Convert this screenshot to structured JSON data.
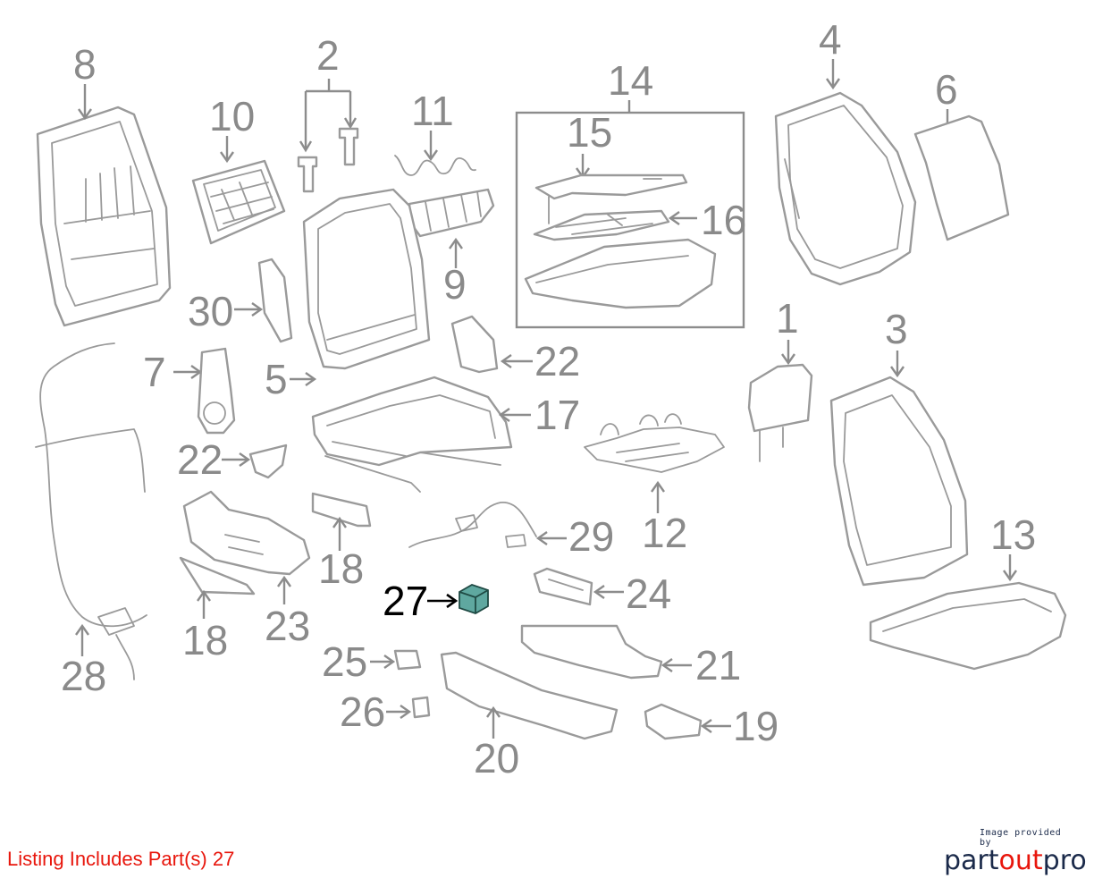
{
  "diagram": {
    "callouts": [
      "8",
      "2",
      "10",
      "11",
      "14",
      "15",
      "16",
      "9",
      "4",
      "6",
      "30",
      "5",
      "7",
      "22",
      "17",
      "22",
      "1",
      "3",
      "12",
      "18",
      "29",
      "13",
      "24",
      "27",
      "23",
      "18",
      "28",
      "25",
      "21",
      "26",
      "19",
      "20"
    ],
    "highlighted_part": "27"
  },
  "footer": {
    "listing_text": "Listing Includes Part(s) 27",
    "credit_small": "Image provided by",
    "credit_brand_a": "part",
    "credit_brand_b": "out",
    "credit_brand_c": "pro"
  }
}
